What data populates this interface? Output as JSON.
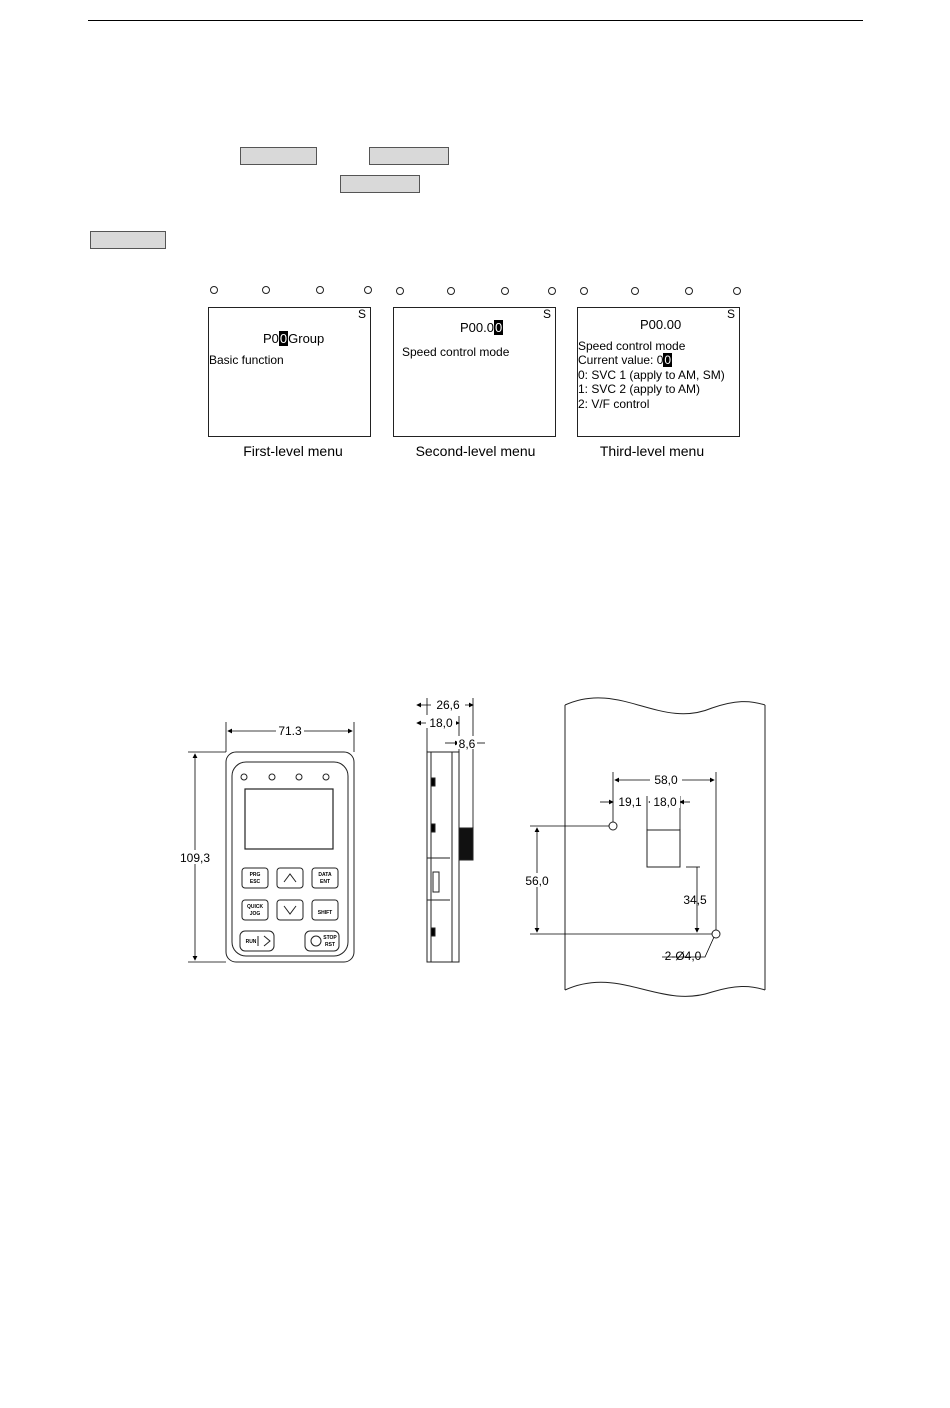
{
  "menus": [
    {
      "s_label": "S",
      "title_prefix": "P0",
      "title_highlight": "0",
      "title_suffix": "Group",
      "lines": [
        "Basic function"
      ],
      "caption": "First-level menu"
    },
    {
      "s_label": "S",
      "title_prefix": "P00.0",
      "title_highlight": "0",
      "title_suffix": "",
      "lines": [
        "Speed control mode"
      ],
      "caption": "Second-level menu"
    },
    {
      "s_label": "S",
      "title_prefix": "P00.00",
      "title_highlight": "",
      "title_suffix": "",
      "lines": [
        "Speed control mode",
        "Current value: 0",
        "0: SVC 1 (apply to AM, SM)",
        "1: SVC 2 (apply to AM)",
        "2: V/F control"
      ],
      "current_value_highlight": "0",
      "caption": "Third-level menu"
    }
  ],
  "keypad": {
    "keys": {
      "prg": "PRG",
      "esc": "ESC",
      "data": "DATA",
      "ent": "ENT",
      "quick": "QUICK",
      "jog": "JOG",
      "shift": "SHIFT",
      "run": "RUN",
      "stop": "STOP",
      "rst": "RST"
    }
  },
  "dimensions": {
    "front_width": "71.3",
    "front_height": "109,3",
    "side_total": "26,6",
    "side_body": "18,0",
    "side_knob": "8,6",
    "cutout_span": "58,0",
    "hole_offset": "19,1",
    "cutout_width": "18,0",
    "vertical_span": "56,0",
    "cutout_offset": "34,5",
    "hole_spec": "2-Ø4,0"
  },
  "colors": {
    "key_highlight": "#d9d9d9",
    "line": "#222222"
  }
}
